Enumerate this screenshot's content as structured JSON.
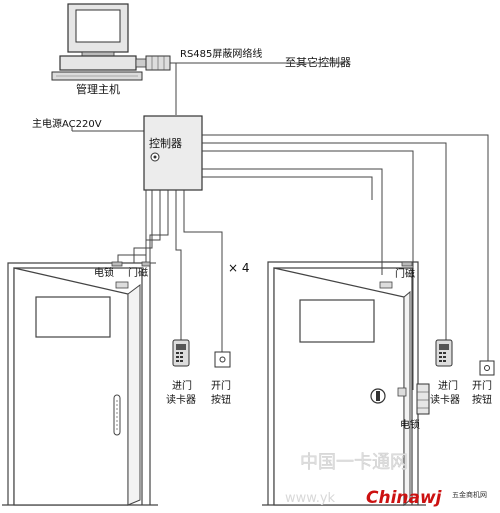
{
  "labels": {
    "host": "管理主机",
    "cable": "RS485屏蔽网络线",
    "other_controllers": "至其它控制器",
    "power": "主电源AC220V",
    "controller": "控制器",
    "lock_left": "电锁",
    "magnet_left": "门磁",
    "times": "× 4",
    "reader_left_1": "进门",
    "reader_left_2": "读卡器",
    "button_left_1": "开门",
    "button_left_2": "按钮",
    "magnet_right": "门磁",
    "lock_right": "电锁",
    "reader_right_1": "进门",
    "reader_right_2": "读卡器",
    "button_right_1": "开门",
    "button_right_2": "按钮"
  },
  "watermarks": {
    "cn_site": "中国一卡通网",
    "url": "www.yk",
    "brand": "Chinawj",
    "brand_sub": "五金商机网"
  },
  "colors": {
    "line": "#444444",
    "device_fill": "#e6e6e6",
    "watermark_red": "#cc1111"
  }
}
